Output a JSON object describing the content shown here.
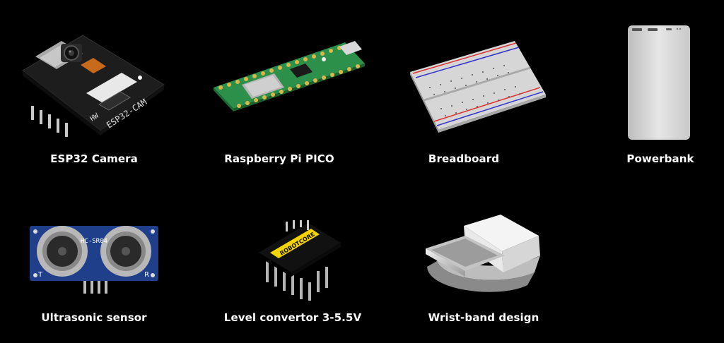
{
  "items": [
    {
      "label": "ESP32 Camera",
      "image": "esp32-cam-board-image"
    },
    {
      "label": "Raspberry Pi PICO",
      "image": "raspberry-pi-pico-board-image"
    },
    {
      "label": "Breadboard",
      "image": "breadboard-image"
    },
    {
      "label": "Powerbank",
      "image": "powerbank-image"
    },
    {
      "label": "Ultrasonic sensor",
      "image": "ultrasonic-sensor-image"
    },
    {
      "label": "Level convertor 3-5.5V",
      "image": "level-converter-board-image"
    },
    {
      "label": "Wrist-band design",
      "image": "wristband-image"
    }
  ],
  "silkscreen": {
    "esp32_cam": "ESP32-CAM",
    "esp32_hw": "HW",
    "ultrasonic": "HC-SR04",
    "ultrasonic_t": "T",
    "ultrasonic_r": "R",
    "level_converter": "ROBOTCORE"
  }
}
